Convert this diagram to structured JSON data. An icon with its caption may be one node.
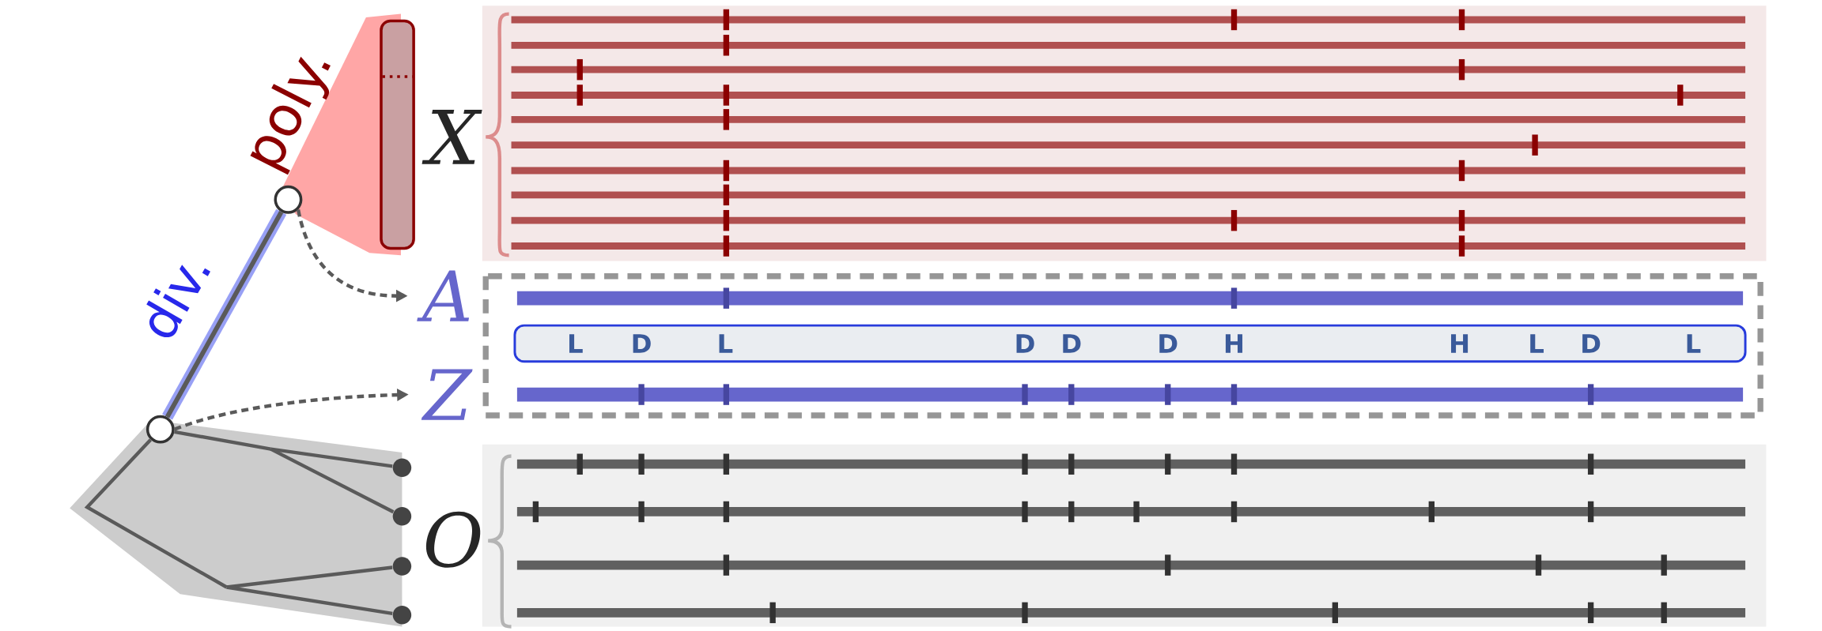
{
  "diagram": {
    "nodes": [
      {
        "text": [],
        "shape": "circle"
      },
      {
        "text": [
          "A"
        ]
      },
      {
        "text": [
          "L",
          "D",
          "L",
          "D",
          "D",
          "D",
          "H",
          "H",
          "L",
          "D",
          "L"
        ]
      },
      {
        "text": [
          "Z"
        ]
      },
      {
        "text": [],
        "shape": "circle"
      },
      {
        "text": [],
        "shape": "circle"
      },
      {
        "text": [],
        "shape": "circle"
      },
      {
        "text": [],
        "shape": "circle"
      },
      {
        "text": [],
        "shape": "circle"
      }
    ],
    "edges": [
      {
        "from": 4,
        "to": 0,
        "arrow": "none",
        "style": "thick",
        "color": "#98a0f5"
      },
      {
        "from": 4,
        "to": 5,
        "arrow": "none"
      },
      {
        "from": 4,
        "to": 6,
        "arrow": "none"
      },
      {
        "from": 4,
        "to": 7,
        "arrow": "none"
      },
      {
        "from": 4,
        "to": 8,
        "arrow": "none"
      },
      {
        "from": 0,
        "to": 1,
        "arrow": "to",
        "style": "dashed"
      },
      {
        "from": 4,
        "to": 3,
        "arrow": "to",
        "style": "dashed"
      }
    ],
    "labels": [
      "poly.",
      "X",
      "div.",
      "O"
    ]
  }
}
